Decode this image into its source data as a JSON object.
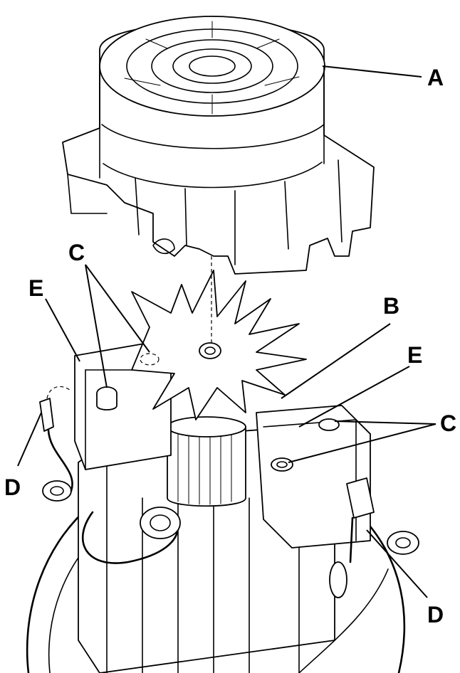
{
  "callouts": {
    "a": "A",
    "b": "B",
    "c_left": "C",
    "c_right": "C",
    "d_left": "D",
    "d_right": "D",
    "e_left": "E",
    "e_right": "E"
  },
  "colors": {
    "ink": "#000000",
    "paper": "#ffffff"
  }
}
